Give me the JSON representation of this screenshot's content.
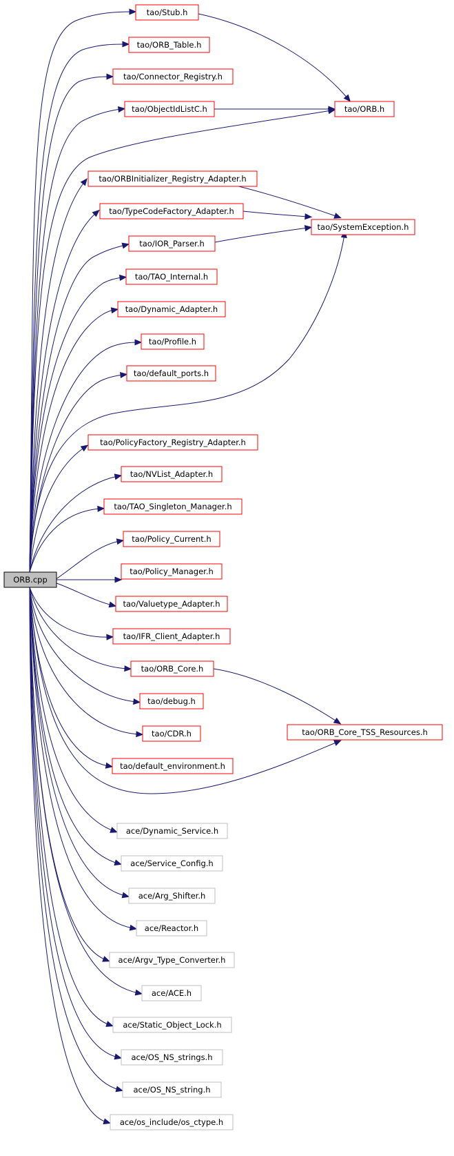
{
  "colors": {
    "edge": "#191970",
    "root_fill": "#bfbfbf",
    "root_border": "#000000",
    "tao_border": "#ff0000",
    "ace_border": "#bfbfbf"
  },
  "root": {
    "label": "ORB.cpp",
    "icon": "source-file-node"
  },
  "nodes": [
    {
      "label": "tao/Stub.h",
      "kind": "tao"
    },
    {
      "label": "tao/ORB_Table.h",
      "kind": "tao"
    },
    {
      "label": "tao/Connector_Registry.h",
      "kind": "tao"
    },
    {
      "label": "tao/ObjectIdListC.h",
      "kind": "tao"
    },
    {
      "label": "tao/ORB.h",
      "kind": "tao"
    },
    {
      "label": "tao/ORBInitializer_Registry_Adapter.h",
      "kind": "tao"
    },
    {
      "label": "tao/TypeCodeFactory_Adapter.h",
      "kind": "tao"
    },
    {
      "label": "tao/SystemException.h",
      "kind": "tao"
    },
    {
      "label": "tao/IOR_Parser.h",
      "kind": "tao"
    },
    {
      "label": "tao/TAO_Internal.h",
      "kind": "tao"
    },
    {
      "label": "tao/Dynamic_Adapter.h",
      "kind": "tao"
    },
    {
      "label": "tao/Profile.h",
      "kind": "tao"
    },
    {
      "label": "tao/default_ports.h",
      "kind": "tao"
    },
    {
      "label": "tao/PolicyFactory_Registry_Adapter.h",
      "kind": "tao"
    },
    {
      "label": "tao/NVList_Adapter.h",
      "kind": "tao"
    },
    {
      "label": "tao/TAO_Singleton_Manager.h",
      "kind": "tao"
    },
    {
      "label": "tao/Policy_Current.h",
      "kind": "tao"
    },
    {
      "label": "tao/Policy_Manager.h",
      "kind": "tao"
    },
    {
      "label": "tao/Valuetype_Adapter.h",
      "kind": "tao"
    },
    {
      "label": "tao/IFR_Client_Adapter.h",
      "kind": "tao"
    },
    {
      "label": "tao/ORB_Core.h",
      "kind": "tao"
    },
    {
      "label": "tao/debug.h",
      "kind": "tao"
    },
    {
      "label": "tao/ORB_Core_TSS_Resources.h",
      "kind": "tao"
    },
    {
      "label": "tao/CDR.h",
      "kind": "tao"
    },
    {
      "label": "tao/default_environment.h",
      "kind": "tao"
    },
    {
      "label": "ace/Dynamic_Service.h",
      "kind": "ace"
    },
    {
      "label": "ace/Service_Config.h",
      "kind": "ace"
    },
    {
      "label": "ace/Arg_Shifter.h",
      "kind": "ace"
    },
    {
      "label": "ace/Reactor.h",
      "kind": "ace"
    },
    {
      "label": "ace/Argv_Type_Converter.h",
      "kind": "ace"
    },
    {
      "label": "ace/ACE.h",
      "kind": "ace"
    },
    {
      "label": "ace/Static_Object_Lock.h",
      "kind": "ace"
    },
    {
      "label": "ace/OS_NS_strings.h",
      "kind": "ace"
    },
    {
      "label": "ace/OS_NS_string.h",
      "kind": "ace"
    },
    {
      "label": "ace/os_include/os_ctype.h",
      "kind": "ace"
    }
  ],
  "edges": [
    [
      "ORB.cpp",
      "tao/Stub.h"
    ],
    [
      "ORB.cpp",
      "tao/ORB_Table.h"
    ],
    [
      "ORB.cpp",
      "tao/Connector_Registry.h"
    ],
    [
      "ORB.cpp",
      "tao/ObjectIdListC.h"
    ],
    [
      "ORB.cpp",
      "tao/ORB.h"
    ],
    [
      "ORB.cpp",
      "tao/ORBInitializer_Registry_Adapter.h"
    ],
    [
      "ORB.cpp",
      "tao/TypeCodeFactory_Adapter.h"
    ],
    [
      "ORB.cpp",
      "tao/IOR_Parser.h"
    ],
    [
      "ORB.cpp",
      "tao/TAO_Internal.h"
    ],
    [
      "ORB.cpp",
      "tao/Dynamic_Adapter.h"
    ],
    [
      "ORB.cpp",
      "tao/Profile.h"
    ],
    [
      "ORB.cpp",
      "tao/default_ports.h"
    ],
    [
      "ORB.cpp",
      "tao/SystemException.h"
    ],
    [
      "ORB.cpp",
      "tao/PolicyFactory_Registry_Adapter.h"
    ],
    [
      "ORB.cpp",
      "tao/NVList_Adapter.h"
    ],
    [
      "ORB.cpp",
      "tao/TAO_Singleton_Manager.h"
    ],
    [
      "ORB.cpp",
      "tao/Policy_Current.h"
    ],
    [
      "ORB.cpp",
      "tao/Policy_Manager.h"
    ],
    [
      "ORB.cpp",
      "tao/Valuetype_Adapter.h"
    ],
    [
      "ORB.cpp",
      "tao/IFR_Client_Adapter.h"
    ],
    [
      "ORB.cpp",
      "tao/ORB_Core.h"
    ],
    [
      "ORB.cpp",
      "tao/debug.h"
    ],
    [
      "ORB.cpp",
      "tao/CDR.h"
    ],
    [
      "ORB.cpp",
      "tao/default_environment.h"
    ],
    [
      "ORB.cpp",
      "tao/ORB_Core_TSS_Resources.h"
    ],
    [
      "ORB.cpp",
      "ace/Dynamic_Service.h"
    ],
    [
      "ORB.cpp",
      "ace/Service_Config.h"
    ],
    [
      "ORB.cpp",
      "ace/Arg_Shifter.h"
    ],
    [
      "ORB.cpp",
      "ace/Reactor.h"
    ],
    [
      "ORB.cpp",
      "ace/Argv_Type_Converter.h"
    ],
    [
      "ORB.cpp",
      "ace/ACE.h"
    ],
    [
      "ORB.cpp",
      "ace/Static_Object_Lock.h"
    ],
    [
      "ORB.cpp",
      "ace/OS_NS_strings.h"
    ],
    [
      "ORB.cpp",
      "ace/OS_NS_string.h"
    ],
    [
      "ORB.cpp",
      "ace/os_include/os_ctype.h"
    ],
    [
      "tao/Stub.h",
      "tao/ORB.h"
    ],
    [
      "tao/ObjectIdListC.h",
      "tao/ORB.h"
    ],
    [
      "tao/ORBInitializer_Registry_Adapter.h",
      "tao/SystemException.h"
    ],
    [
      "tao/TypeCodeFactory_Adapter.h",
      "tao/SystemException.h"
    ],
    [
      "tao/IOR_Parser.h",
      "tao/SystemException.h"
    ],
    [
      "tao/ORB_Core.h",
      "tao/ORB_Core_TSS_Resources.h"
    ]
  ]
}
